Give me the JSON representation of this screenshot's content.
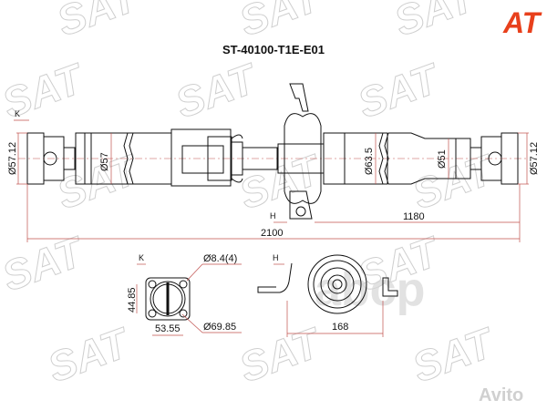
{
  "part_number": "ST-40100-T1E-E01",
  "brand_logo": "AT",
  "watermark_text": "SAT",
  "watermark_center": "abcp",
  "watermark_corner": "Avito",
  "colors": {
    "line": "#111111",
    "dimension": "#c0504d",
    "logo": "#e8401c",
    "watermark": "#cfcfcf"
  },
  "shaft": {
    "view_labels": {
      "k": "K",
      "h": "H"
    },
    "dimensions": {
      "left_yoke_dia": "Ø57.12",
      "left_tube_dia": "Ø57",
      "right_tube_large_dia": "Ø63.5",
      "right_tube_small_dia": "Ø51",
      "right_yoke_dia": "Ø57.12",
      "rear_length": "1180",
      "total_length": "2100"
    }
  },
  "flange_view": {
    "label": "K",
    "hole_dia": "Ø8.4(4)",
    "height": "44.85",
    "width": "53.55",
    "bolt_circle": "Ø69.85"
  },
  "bearing_view": {
    "label": "H",
    "width": "168"
  }
}
